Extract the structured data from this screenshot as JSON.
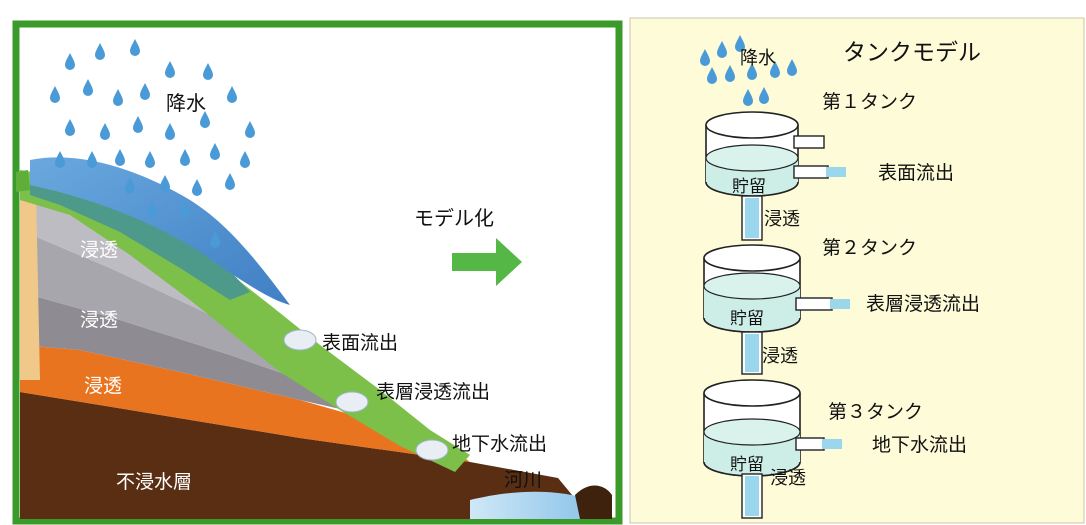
{
  "left_panel": {
    "labels": {
      "rain": "降水",
      "infiltration_1": "浸透",
      "infiltration_2": "浸透",
      "infiltration_3": "浸透",
      "surface_runoff": "表面流出",
      "subsurface_runoff": "表層浸透流出",
      "groundwater_runoff": "地下水流出",
      "river": "河川",
      "impermeable_layer": "不浸水層",
      "modeling": "モデル化"
    }
  },
  "right_panel": {
    "title": "タンクモデル",
    "rain": "降水",
    "tanks": [
      {
        "name": "第１タンク",
        "storage": "貯留",
        "outflow": "表面流出",
        "infiltration": "浸透"
      },
      {
        "name": "第２タンク",
        "storage": "貯留",
        "outflow": "表層浸透流出",
        "infiltration": "浸透"
      },
      {
        "name": "第３タンク",
        "storage": "貯留",
        "outflow": "地下水流出",
        "infiltration": "浸透"
      }
    ]
  },
  "colors": {
    "frame_green": "#3a9a2a",
    "arrow_green": "#55b846",
    "panel_bg": "#fdfbd8",
    "rain_blue": "#4a9ad8",
    "water": "#cdeee6",
    "soil": "#5a2e12",
    "orange_layer": "#e8741f"
  }
}
